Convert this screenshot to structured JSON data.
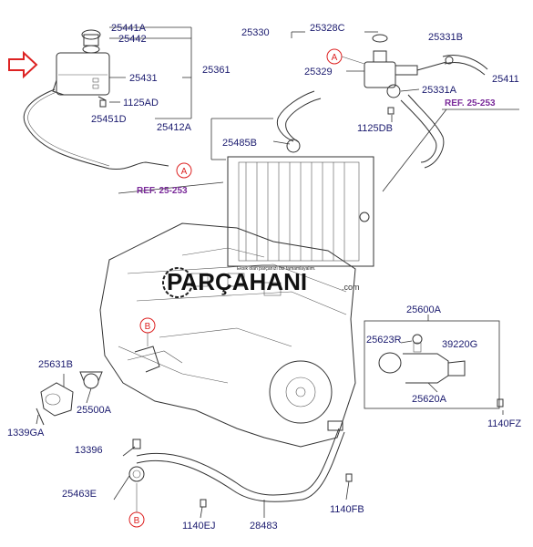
{
  "parts": {
    "p25441A": "25441A",
    "p25442": "25442",
    "p25431": "25431",
    "p25361": "25361",
    "p1125AD": "1125AD",
    "p25451D": "25451D",
    "p25330": "25330",
    "p25328C": "25328C",
    "p25331B": "25331B",
    "p25329": "25329",
    "p25411": "25411",
    "p25331A": "25331A",
    "p1125DB": "1125DB",
    "p25412A": "25412A",
    "p25485B": "25485B",
    "p25600A": "25600A",
    "p25623R": "25623R",
    "p39220G": "39220G",
    "p25620A": "25620A",
    "p1140FZ": "1140FZ",
    "p25631B": "25631B",
    "p25500A": "25500A",
    "p1339GA": "1339GA",
    "p13396": "13396",
    "p25463E": "25463E",
    "p1140EJ": "1140EJ",
    "p28483": "28483",
    "p1140FB": "1140FB"
  },
  "refs": {
    "ref_right": "REF. 25-253",
    "ref_left": "REF. 25-253"
  },
  "markers": {
    "a_top": "A",
    "a_left": "A",
    "b_engine": "B",
    "b_bottom": "B"
  },
  "watermark": {
    "brand": "PARÇAHANI",
    "domain": ".com",
    "tagline": "Eksik olan parçanızı biz tamamlayalım."
  },
  "colors": {
    "label": "#1a1a6e",
    "ref": "#7a2a9a",
    "marker": "#dd2222",
    "arrow": "#dd2222"
  }
}
